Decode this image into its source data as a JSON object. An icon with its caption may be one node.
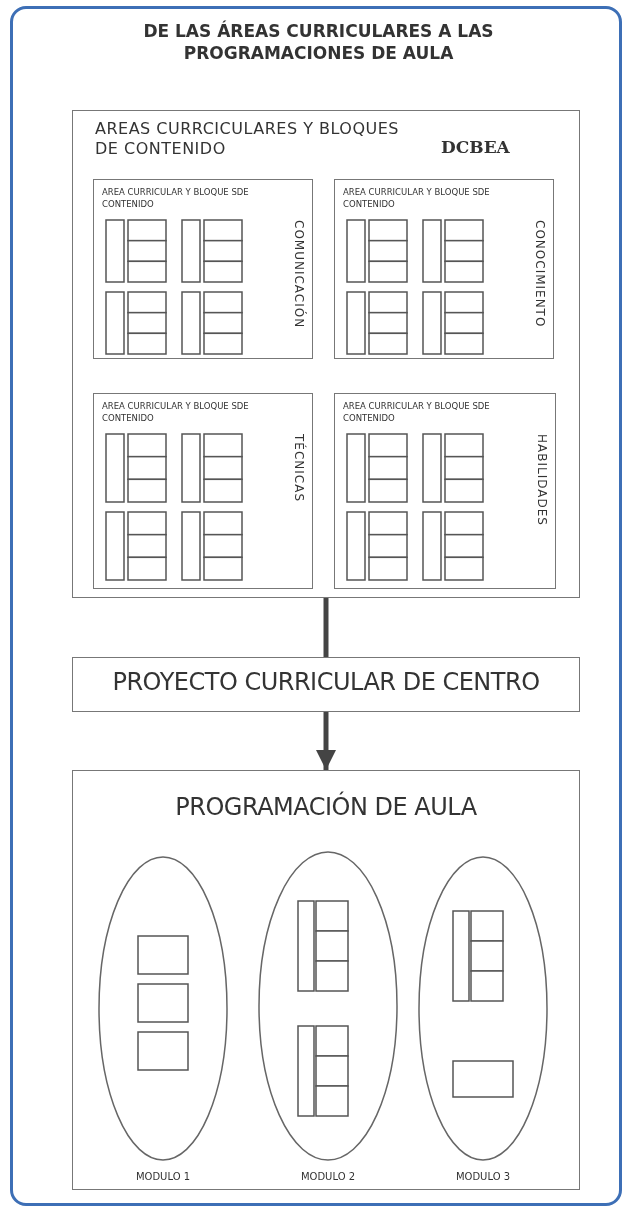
{
  "diagram": {
    "title": "DE LAS ÁREAS CURRICULARES A LAS PROGRAMACIONES DE AULA",
    "nodes": [
      {
        "text": [
          "AREAS CURRCICULARES Y BLOQUES DE CONTENIDO",
          "DCBEA"
        ]
      },
      {
        "text": [
          "AREA CURRICULAR Y BLOQUE SDE CONTENIDO",
          "COMUNICACIÓN"
        ],
        "in": 0
      },
      {
        "text": [
          "AREA CURRICULAR Y BLOQUE SDE CONTENIDO",
          "CONOCIMIENTO"
        ],
        "in": 0
      },
      {
        "text": [
          "AREA CURRICULAR Y BLOQUE SDE CONTENIDO",
          "TÉCNICAS"
        ],
        "in": 0
      },
      {
        "text": [
          "AREA CURRICULAR Y BLOQUE SDE CONTENIDO",
          "HABILIDADES"
        ],
        "in": 0
      },
      {
        "text": [
          "PROYECTO CURRICULAR DE CENTRO"
        ]
      },
      {
        "text": [
          "PROGRAMACIÓN DE AULA"
        ]
      },
      {
        "text": [],
        "shape": "ellipse",
        "beside": [
          "MODULO 1"
        ],
        "in": 6
      },
      {
        "text": [],
        "shape": "ellipse",
        "beside": [
          "MODULO 2"
        ],
        "in": 6
      },
      {
        "text": [],
        "shape": "ellipse",
        "beside": [
          "MODULO 3"
        ],
        "in": 6
      }
    ],
    "edges": [
      {
        "from": 0,
        "to": 5,
        "arrow": "none"
      },
      {
        "from": 5,
        "to": 6,
        "arrow": "to"
      }
    ]
  }
}
